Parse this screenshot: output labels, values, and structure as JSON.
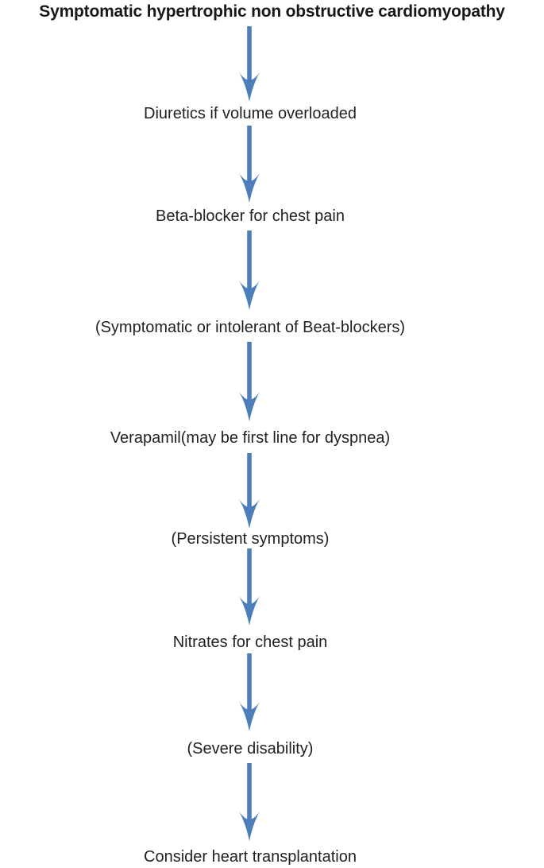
{
  "diagram": {
    "type": "flowchart",
    "title": "Symptomatic hypertrophic non obstructive cardiomyopathy",
    "nodes": [
      {
        "label": "Diuretics if volume overloaded"
      },
      {
        "label": "Beta-blocker for chest pain"
      },
      {
        "label": "(Symptomatic or intolerant of Beat-blockers)"
      },
      {
        "label": "Verapamil(may be first line for dyspnea)"
      },
      {
        "label": "(Persistent symptoms)"
      },
      {
        "label": "Nitrates for chest pain"
      },
      {
        "label": "(Severe disability)"
      },
      {
        "label": "Consider heart transplantation"
      }
    ],
    "arrow_color": "#4d7ebc",
    "text_color": "#231f20",
    "background_color": "#ffffff"
  }
}
